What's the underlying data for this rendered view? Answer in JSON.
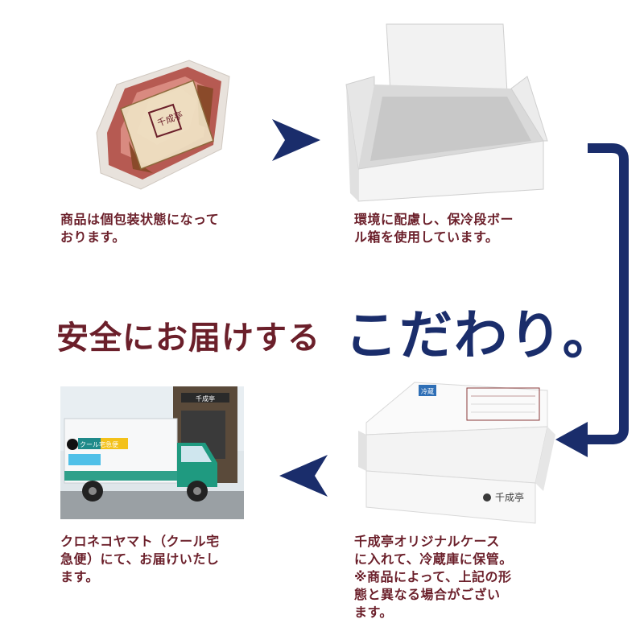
{
  "steps": [
    {
      "caption": "商品は個包装状態になって\nおります。"
    },
    {
      "caption": "環境に配慮し、保冷段ボー\nル箱を使用しています。"
    },
    {
      "caption": "千成亭オリジナルケース\nに入れて、冷蔵庫に保管。\n※商品によって、上記の形\n態と異なる場合がござい\nます。"
    },
    {
      "caption": "クロネコヤマト（クール宅\n急便）にて、お届けいたし\nます。"
    }
  ],
  "headline": {
    "prefix": "安全にお届けする",
    "emphasis": "こだわり。"
  },
  "product_label": {
    "text": "千成亭"
  },
  "box_label": {
    "cold": "冷蔵",
    "brand": "千成亭"
  },
  "truck": {
    "sign": "クール宅急便",
    "shop_sign": "千成亭"
  },
  "colors": {
    "caption": "#6b1f2a",
    "accent": "#1a2d6b"
  }
}
